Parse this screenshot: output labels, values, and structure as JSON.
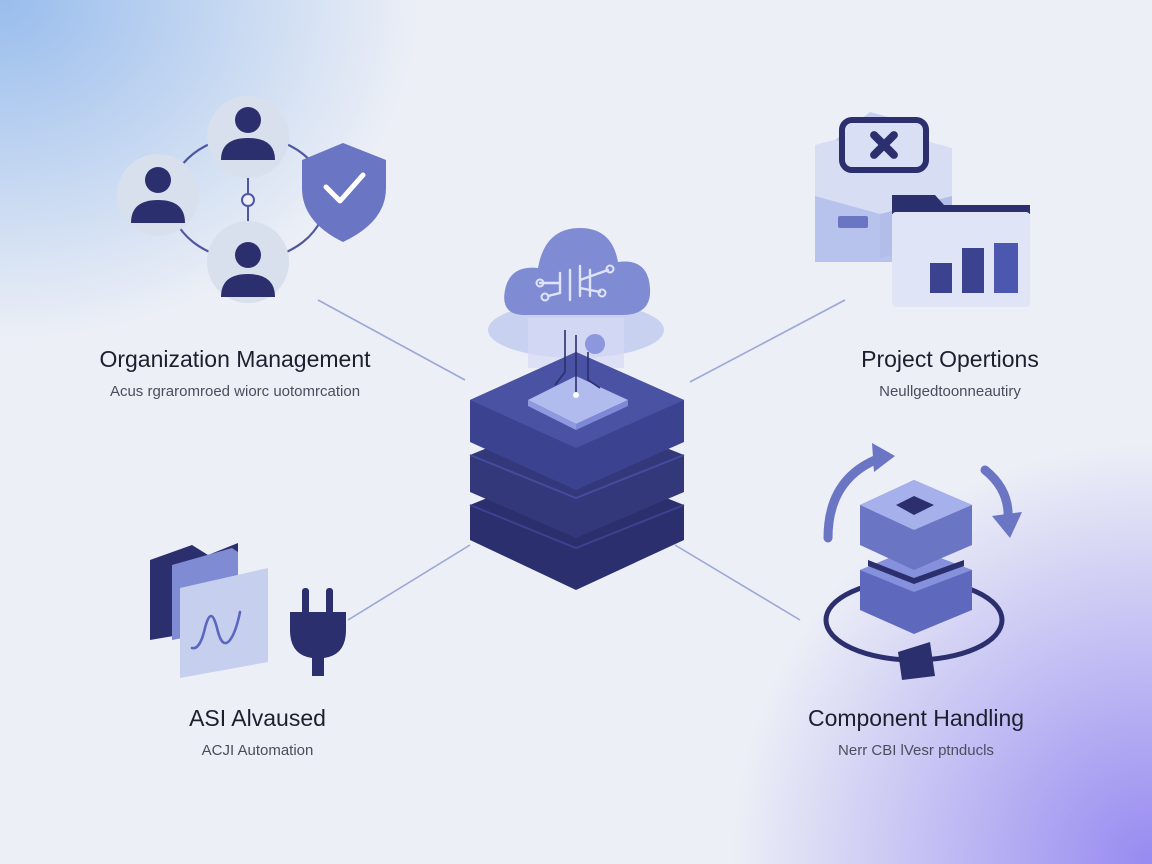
{
  "colors": {
    "navy": "#2b2f6e",
    "indigo": "#4f579f",
    "periwinkle": "#7f8cd4",
    "light_lavender": "#c9d1f0",
    "circle_fill": "#d8e0ee",
    "background": "#eceff6"
  },
  "nodes": {
    "organization": {
      "title": "Organization Management",
      "subtitle": "Acus rgraromroed wiorc uotomrcation",
      "icons": [
        "person-icon",
        "person-icon",
        "person-icon",
        "shield-check-icon"
      ]
    },
    "project": {
      "title": "Project Opertions",
      "subtitle": "Neullgedtoonneautiry",
      "icons": [
        "close-box-icon",
        "bar-chart-icon",
        "folder-icon"
      ]
    },
    "asi": {
      "title": "ASI Alvaused",
      "subtitle": "ACJI Automation",
      "icons": [
        "folder-icon",
        "plug-icon"
      ]
    },
    "component": {
      "title": "Component Handling",
      "subtitle": "Nerr CBI lVesr ptnducls",
      "icons": [
        "cycle-arrows-icon",
        "cube-stack-icon"
      ]
    }
  },
  "center": {
    "icons": [
      "cloud-circuit-icon",
      "server-stack-icon"
    ]
  }
}
